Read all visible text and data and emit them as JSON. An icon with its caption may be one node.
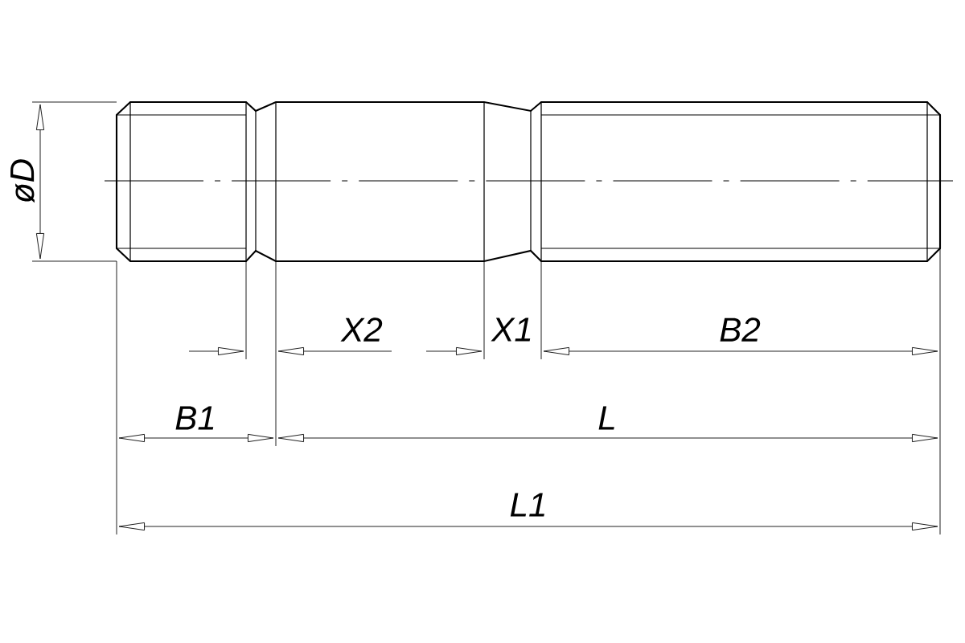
{
  "diagram": {
    "labels": [
      "øD",
      "X2",
      "X1",
      "B2",
      "B1",
      "L",
      "L1"
    ]
  }
}
